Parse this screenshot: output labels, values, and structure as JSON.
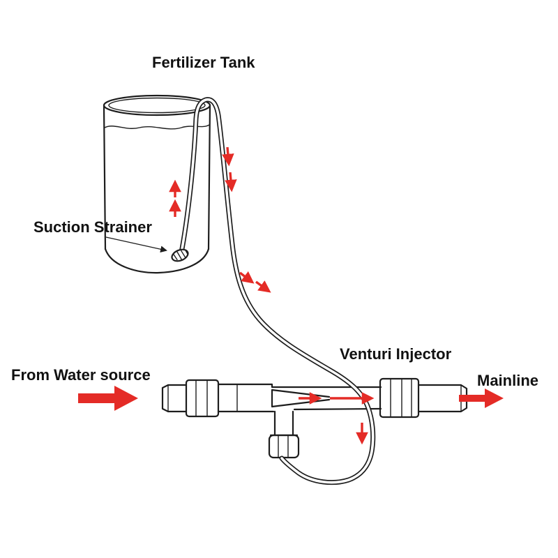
{
  "labels": {
    "fertilizer_tank": "Fertilizer Tank",
    "suction_strainer": "Suction Strainer",
    "from_water_source": "From Water source",
    "venturi_injector": "Venturi Injector",
    "mainline": "Mainline"
  },
  "colors": {
    "line": "#1d1d1d",
    "arrow": "#e42b26",
    "text": "#111111",
    "background": "#ffffff"
  }
}
